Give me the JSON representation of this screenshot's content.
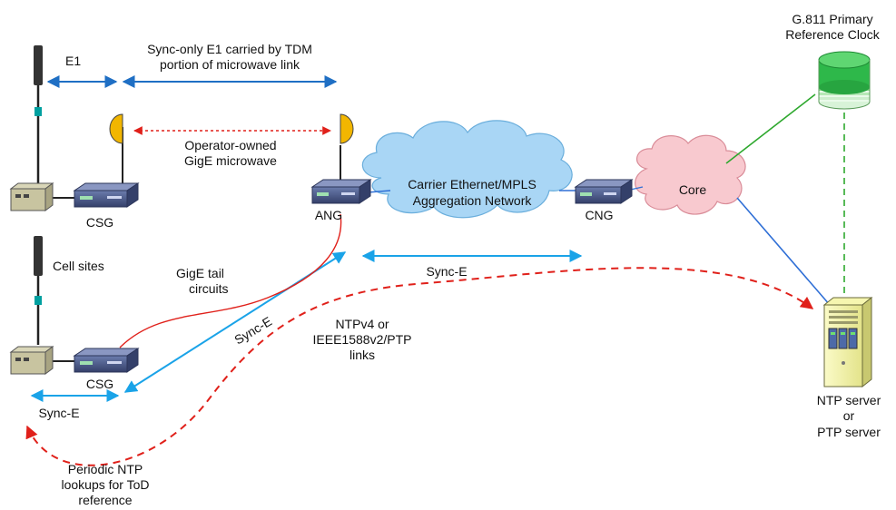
{
  "labels": {
    "e1": "E1",
    "sync_only_line1": "Sync-only E1 carried by TDM",
    "sync_only_line2": "portion of microwave link",
    "operator_line1": "Operator-owned",
    "operator_line2": "GigE microwave",
    "csg_top": "CSG",
    "csg_bottom": "CSG",
    "ang": "ANG",
    "cng": "CNG",
    "carrier_line1": "Carrier Ethernet/MPLS",
    "carrier_line2": "Aggregation Network",
    "core": "Core",
    "prc_line1": "G.811 Primary",
    "prc_line2": "Reference Clock",
    "cell_sites": "Cell sites",
    "gige_tail_line1": "GigE tail",
    "gige_tail_line2": "circuits",
    "sync_e_mid": "Sync-E",
    "sync_e_diag": "Sync-E",
    "sync_e_left": "Sync-E",
    "ntp_line1": "NTPv4 or",
    "ntp_line2": "IEEE1588v2/PTP",
    "ntp_line3": "links",
    "server_line1": "NTP server",
    "server_line2": "or",
    "server_line3": "PTP server",
    "periodic_line1": "Periodic NTP",
    "periodic_line2": "lookups for ToD",
    "periodic_line3": "reference"
  },
  "colors": {
    "sync_blue": "#1aa3e8",
    "e1_blue": "#1f6fc4",
    "red": "#e0201a",
    "green": "#2ea82e",
    "cloud_blue": "#a9d6f5",
    "cloud_pink": "#f8c9cf",
    "device": "#4a5a8a",
    "dish": "#f2b600"
  }
}
